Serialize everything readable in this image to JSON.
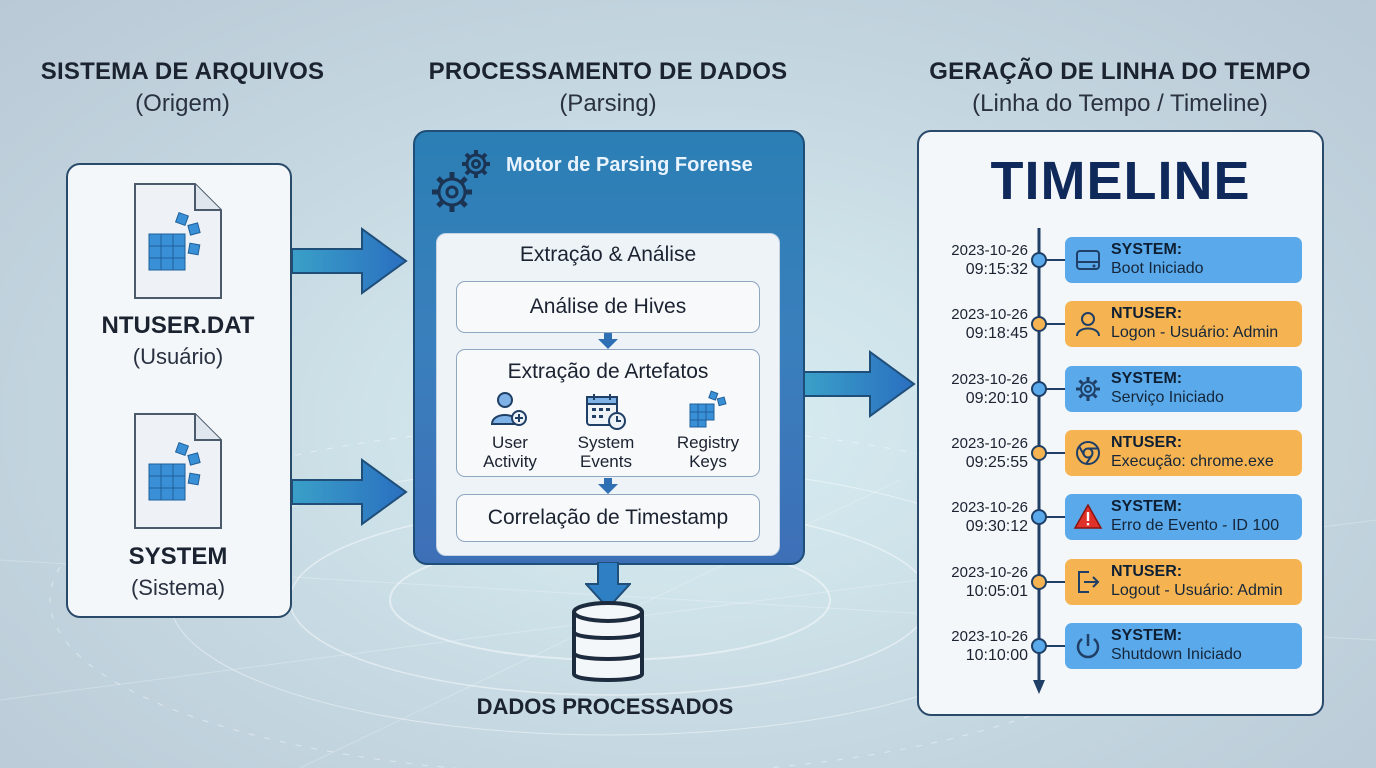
{
  "columns": {
    "source": {
      "title": "SISTEMA DE ARQUIVOS",
      "subtitle": "(Origem)"
    },
    "processing": {
      "title": "PROCESSAMENTO DE DADOS",
      "subtitle": "(Parsing)"
    },
    "timeline": {
      "title": "GERAÇÃO DE LINHA DO TEMPO",
      "subtitle": "(Linha do Tempo / Timeline)"
    }
  },
  "files": [
    {
      "name": "NTUSER.DAT",
      "desc": "(Usuário)"
    },
    {
      "name": "SYSTEM",
      "desc": "(Sistema)"
    }
  ],
  "engine": {
    "title": "Motor de Parsing Forense",
    "section": "Extração & Análise",
    "step1": "Análise de Hives",
    "step2": "Extração de Artefatos",
    "artifacts": [
      {
        "line1": "User",
        "line2": "Activity",
        "icon": "user-activity-icon"
      },
      {
        "line1": "System",
        "line2": "Events",
        "icon": "calendar-clock-icon"
      },
      {
        "line1": "Registry",
        "line2": "Keys",
        "icon": "registry-cubes-icon"
      }
    ],
    "step3": "Correlação de Timestamp"
  },
  "output": {
    "label": "DADOS PROCESSADOS",
    "icon": "database-icon"
  },
  "timeline": {
    "title": "TIMELINE",
    "events": [
      {
        "date": "2023-10-26",
        "time": "09:15:32",
        "source": "SYSTEM:",
        "desc": "Boot Iniciado",
        "kind": "sys",
        "icon": "hard-drive-icon"
      },
      {
        "date": "2023-10-26",
        "time": "09:18:45",
        "source": "NTUSER:",
        "desc": "Logon - Usuário: Admin",
        "kind": "nt",
        "icon": "user-icon"
      },
      {
        "date": "2023-10-26",
        "time": "09:20:10",
        "source": "SYSTEM:",
        "desc": "Serviço Iniciado",
        "kind": "sys",
        "icon": "gear-icon"
      },
      {
        "date": "2023-10-26",
        "time": "09:25:55",
        "source": "NTUSER:",
        "desc": "Execução: chrome.exe",
        "kind": "nt",
        "icon": "chrome-icon"
      },
      {
        "date": "2023-10-26",
        "time": "09:30:12",
        "source": "SYSTEM:",
        "desc": "Erro de Evento - ID 100",
        "kind": "sys",
        "icon": "warning-icon"
      },
      {
        "date": "2023-10-26",
        "time": "10:05:01",
        "source": "NTUSER:",
        "desc": "Logout - Usuário: Admin",
        "kind": "nt",
        "icon": "logout-icon"
      },
      {
        "date": "2023-10-26",
        "time": "10:10:00",
        "source": "SYSTEM:",
        "desc": "Shutdown Iniciado",
        "kind": "sys",
        "icon": "power-icon"
      }
    ]
  },
  "colors": {
    "system": "#5aa9ea",
    "ntuser": "#f5b451",
    "accent": "#2b7fb5",
    "title": "#0f2a5a"
  }
}
